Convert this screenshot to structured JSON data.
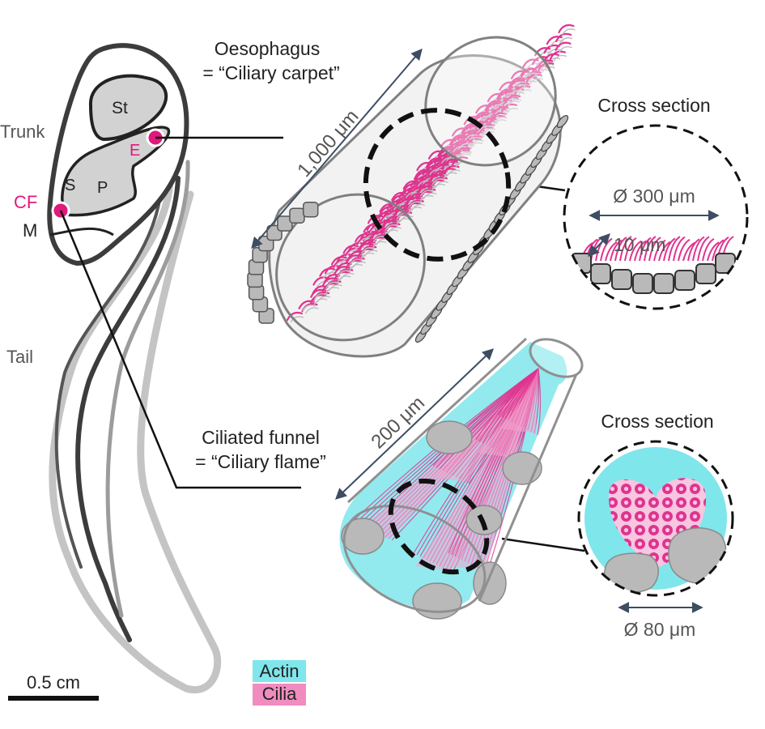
{
  "colors": {
    "magenta": "#e0197d",
    "cilia": "#e0338f",
    "actin": "#7fe6ec",
    "organ_fill": "#d2d2d2",
    "outline": "#3c3c3c",
    "tail_light": "#c4c4c4",
    "cell": "#b9b9b9",
    "arrow": "#3d4d63"
  },
  "animal": {
    "trunk": "Trunk",
    "tail": "Tail",
    "stomach": "St",
    "oesophagus_marker": "E",
    "s": "S",
    "p": "P",
    "funnel_marker": "CF",
    "mouth": "M"
  },
  "oesophagus": {
    "title_line1": "Oesophagus",
    "title_line2": "= “Ciliary carpet”",
    "length": "1,000 μm",
    "cross_section": "Cross section",
    "diameter": "Ø 300 μm",
    "cilia_length": "10 μm"
  },
  "funnel": {
    "title_line1": "Ciliated funnel",
    "title_line2": "= “Ciliary flame”",
    "length": "200 μm",
    "cross_section": "Cross section",
    "diameter": "Ø 80 μm"
  },
  "scale_bar": "0.5 cm",
  "legend": {
    "actin": "Actin",
    "cilia": "Cilia"
  }
}
